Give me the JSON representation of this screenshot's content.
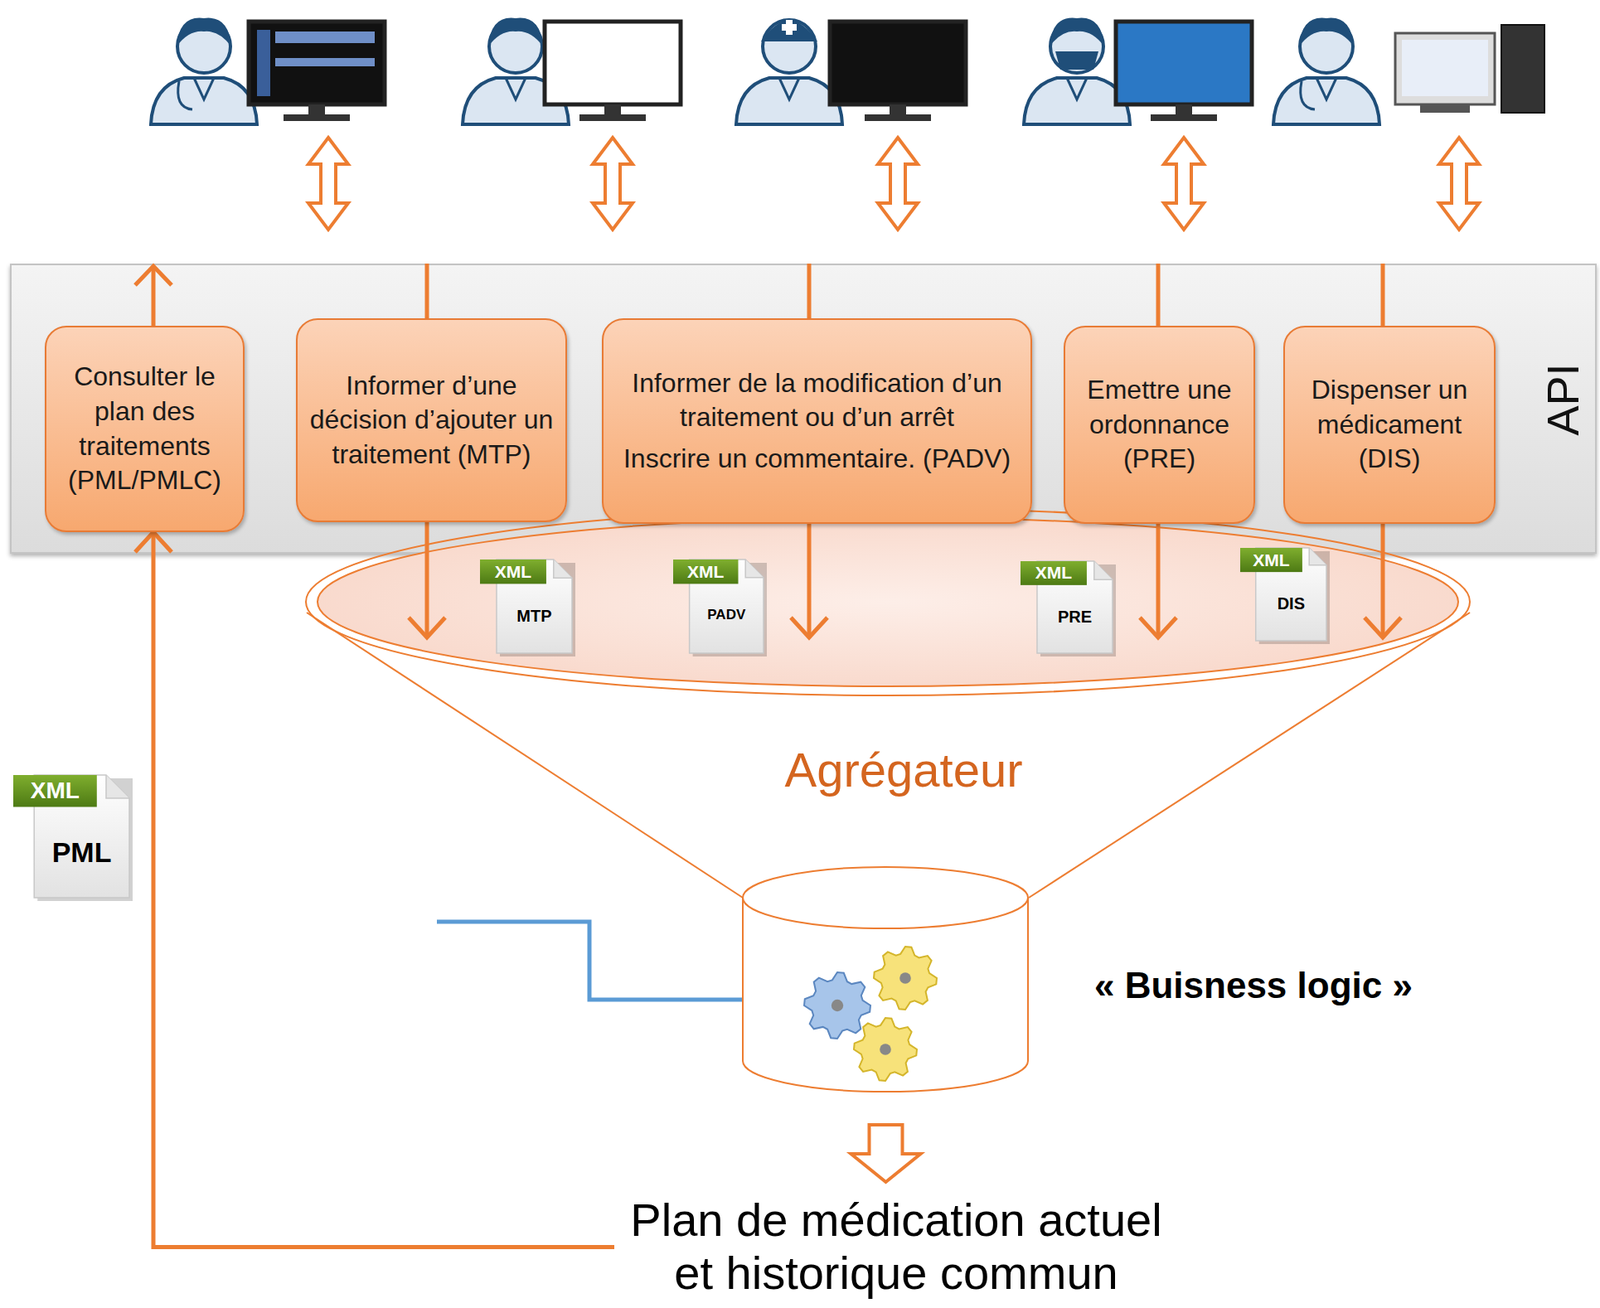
{
  "diagram": {
    "nodes": [
      {
        "text": [
          "API"
        ]
      },
      {
        "text": [
          "Consulter le plan des traitements (PML/PMLC)"
        ],
        "in": 0
      },
      {
        "text": [
          "Informer d’une décision d’ajouter un traitement (MTP)"
        ],
        "in": 0
      },
      {
        "text": [
          "Informer de la modification d’un traitement ou d’un arrêt",
          "Inscrire un commentaire. (PADV)"
        ],
        "in": 0
      },
      {
        "text": [
          "Emettre une ordonnance (PRE)"
        ],
        "in": 0
      },
      {
        "text": [
          "Dispenser un médicament (DIS)"
        ],
        "in": 0
      },
      {
        "text": [
          "Agrégateur"
        ]
      },
      {
        "text": [
          "« Buisness logic »"
        ]
      },
      {
        "text": [
          "Plan de médication actuel et historique commun"
        ]
      }
    ],
    "edges": [
      {
        "from": 2,
        "to": 6,
        "arrow": "to"
      },
      {
        "from": 3,
        "to": 6,
        "arrow": "to"
      },
      {
        "from": 4,
        "to": 6,
        "arrow": "to"
      },
      {
        "from": 5,
        "to": 6,
        "arrow": "to"
      },
      {
        "from": 7,
        "to": 8,
        "arrow": "to"
      },
      {
        "from": 8,
        "to": 1,
        "arrow": "to"
      }
    ],
    "labels": [
      "XML",
      "MTP",
      "XML",
      "PADV",
      "XML",
      "PRE",
      "XML",
      "DIS",
      "XML",
      "PML"
    ]
  }
}
